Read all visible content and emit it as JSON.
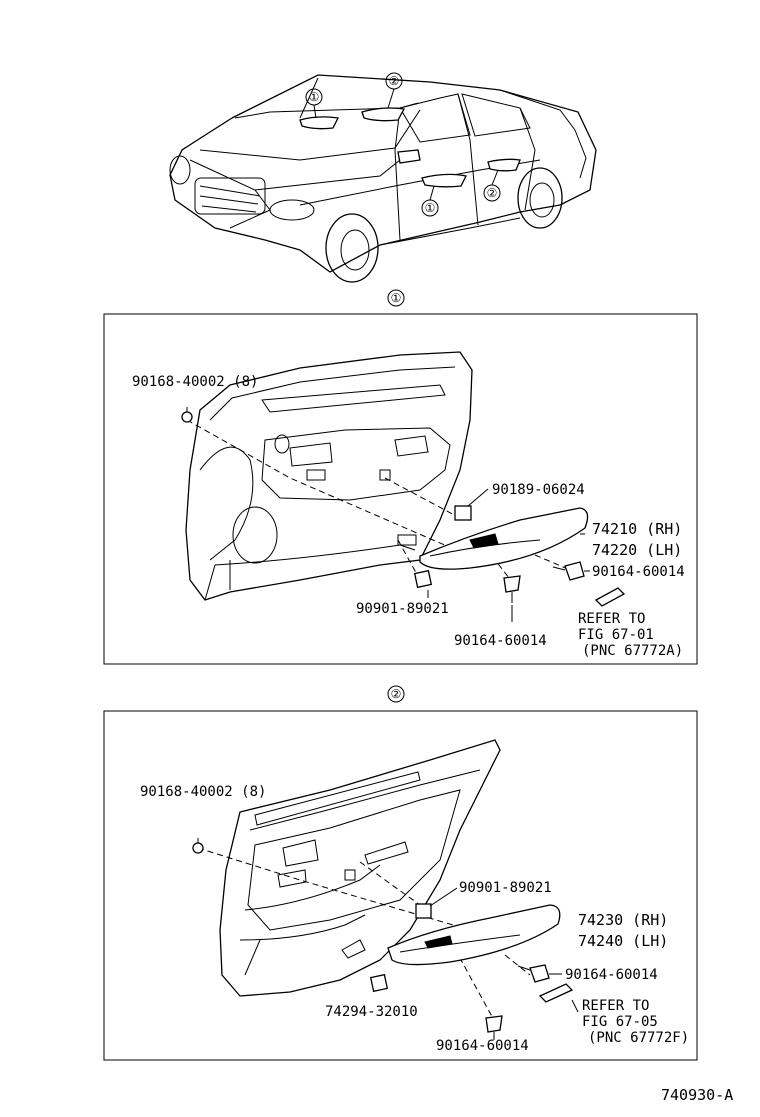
{
  "figure_code": "740930-A",
  "location_markers": {
    "front": "①",
    "rear": "②"
  },
  "section_front": {
    "marker": "①",
    "callouts": {
      "clip_a": "90168-40002 (8)",
      "clip_b": "90189-06024",
      "armrest_rh": "74210 (RH)",
      "armrest_lh": "74220 (LH)",
      "screw_right": "90164-60014",
      "clip_c": "90901-89021",
      "screw_bottom": "90164-60014",
      "refer_line1": "REFER TO",
      "refer_line2": "FIG 67-01",
      "refer_line3": "(PNC 67772A)"
    }
  },
  "section_rear": {
    "marker": "②",
    "callouts": {
      "clip_a": "90168-40002 (8)",
      "clip_b": "90901-89021",
      "armrest_rh": "74230 (RH)",
      "armrest_lh": "74240 (LH)",
      "screw_right": "90164-60014",
      "clip_c": "74294-32010",
      "screw_bottom": "90164-60014",
      "refer_line1": "REFER TO",
      "refer_line2": "FIG 67-05",
      "refer_line3": "(PNC 67772F)"
    }
  }
}
